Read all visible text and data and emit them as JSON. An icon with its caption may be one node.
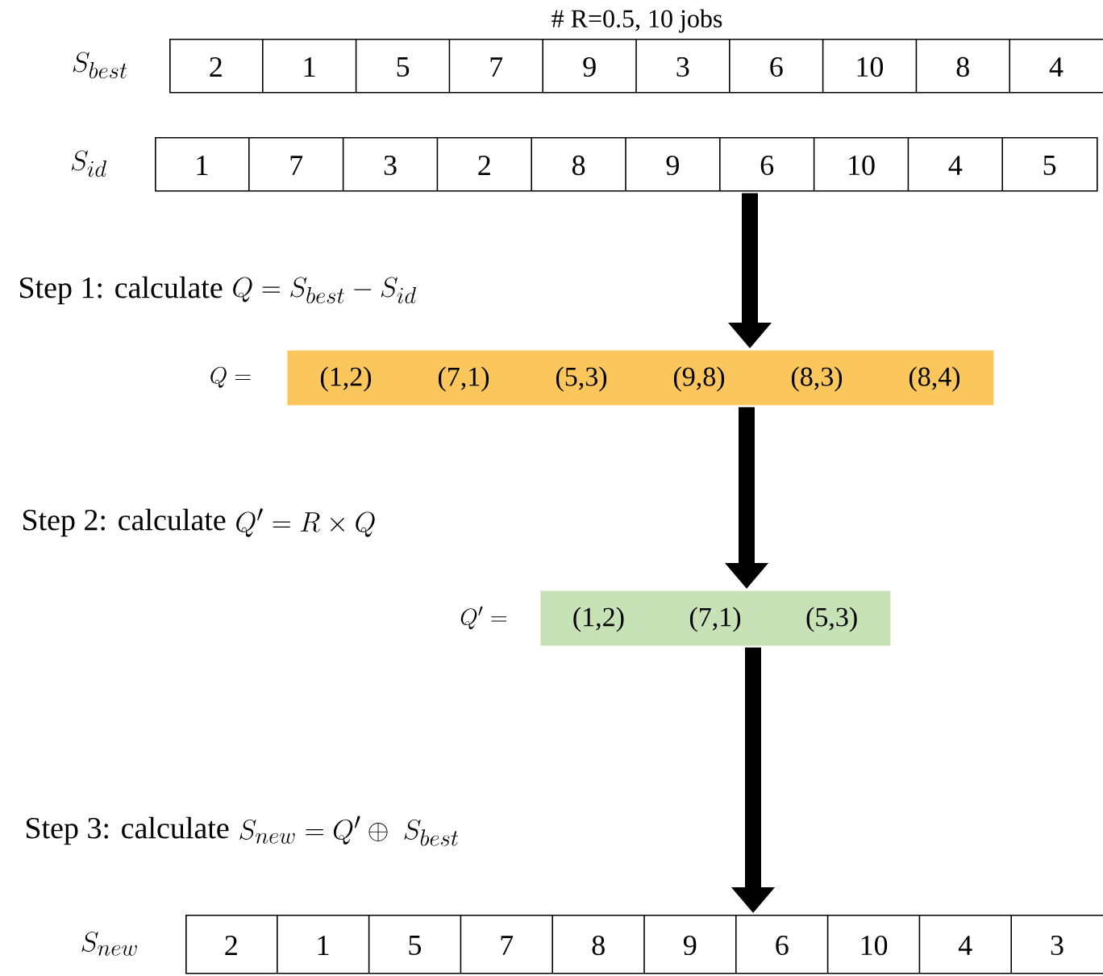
{
  "diagram": {
    "title": "# R=0.5, 10 jobs",
    "nodes": [
      {
        "text": [
          "2",
          "1",
          "5",
          "7",
          "9",
          "3",
          "6",
          "10",
          "8",
          "4"
        ],
        "beside": [
          "S_{best}"
        ]
      },
      {
        "text": [
          "1",
          "7",
          "3",
          "2",
          "8",
          "9",
          "6",
          "10",
          "4",
          "5"
        ],
        "beside": [
          "S_{id}"
        ]
      },
      {
        "text": [
          "(1,2)",
          "(7,1)",
          "(5,3)",
          "(9,8)",
          "(8,3)",
          "(8,4)"
        ],
        "beside": [
          "Q ="
        ]
      },
      {
        "text": [
          "(1,2)",
          "(7,1)",
          "(5,3)"
        ],
        "beside": [
          "Q'="
        ]
      },
      {
        "text": [
          "2",
          "1",
          "5",
          "7",
          "8",
          "9",
          "6",
          "10",
          "4",
          "3"
        ],
        "beside": [
          "S_{new}"
        ]
      }
    ],
    "edges": [
      {
        "from": 1,
        "to": 2,
        "arrow": "to"
      },
      {
        "from": 2,
        "to": 3,
        "arrow": "to"
      },
      {
        "from": 3,
        "to": 4,
        "arrow": "to"
      }
    ],
    "labels": [
      "Step 1: calculate",
      "Q = S_{best} - S_{id}",
      "Step 2: calculate",
      "Q' = R \\times Q",
      "Step 3: calculate",
      "S_{new} = Q' \\oplus\\ S_{best}"
    ]
  }
}
